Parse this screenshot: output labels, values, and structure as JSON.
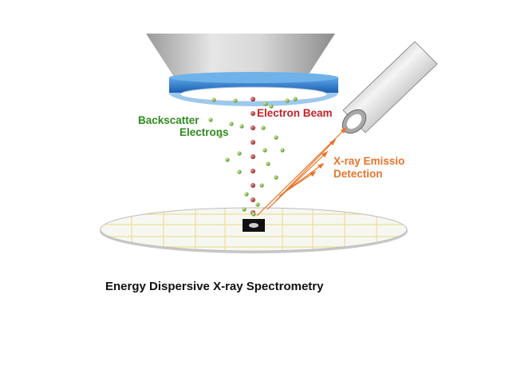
{
  "labels": {
    "backscatter_line1": "Backscatter",
    "backscatter_line2": "Electrons",
    "electron_beam": "Electron Beam",
    "xray_line1": "X-ray Emissio",
    "xray_line2": "Detection"
  },
  "caption": "Energy Dispersive X-ray Spectrometry",
  "colors": {
    "backscatter_text": "#2e8b1e",
    "beam_text": "#c0222a",
    "xray_text": "#e8742a",
    "stage_blue": "#2f7fd0",
    "green_particle": "#7ab83c",
    "red_particle": "#b02a2a",
    "grid": "#e8dc90"
  }
}
